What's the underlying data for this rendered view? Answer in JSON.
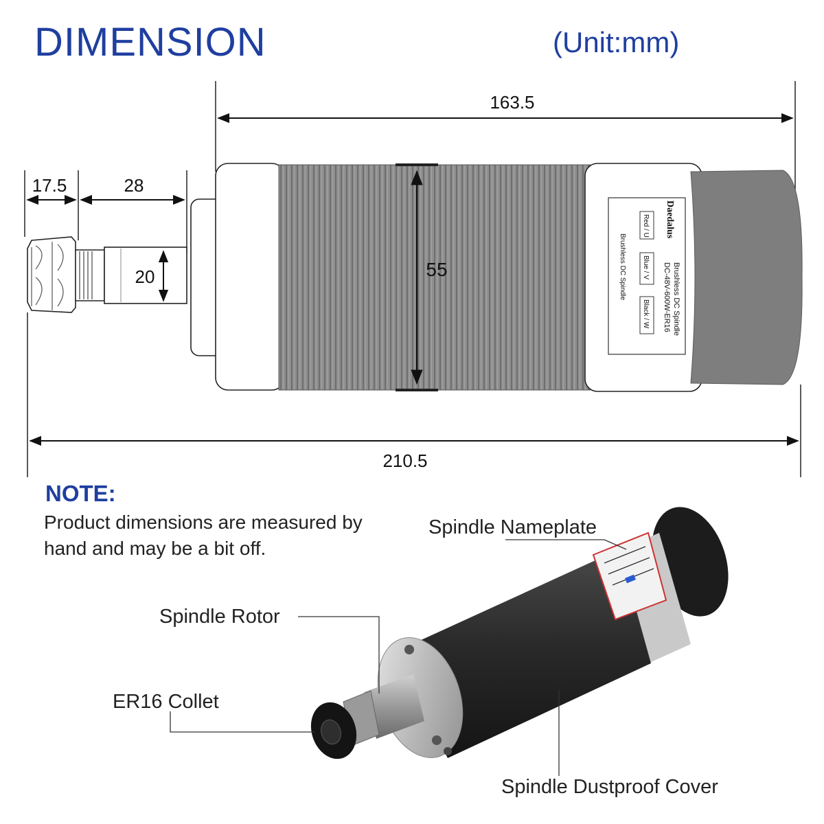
{
  "header": {
    "title": "DIMENSION",
    "unit": "(Unit:mm)"
  },
  "dimensions": {
    "body_length": "163.5",
    "total_length": "210.5",
    "collet_length": "17.5",
    "shaft_length": "28",
    "shaft_diameter": "20",
    "body_diameter": "55"
  },
  "nameplate": {
    "brand": "Daedalus",
    "line1": "Brushless DC Spindle",
    "line2": "DC-48V-600W-ER16",
    "subtitle": "Brushless DC Spindle",
    "wires": [
      "Red / U",
      "Blue / V",
      "Black / W"
    ]
  },
  "note": {
    "title": "NOTE:",
    "text": "Product dimensions are measured by hand and may be a bit off."
  },
  "callouts": {
    "nameplate": "Spindle Nameplate",
    "rotor": "Spindle Rotor",
    "collet": "ER16 Collet",
    "cover": "Spindle Dustproof Cover"
  },
  "colors": {
    "heading_blue": "#1f3f9f",
    "body_grey": "#8a8a8a",
    "cap_grey": "#7e7e7e",
    "spindle_black": "#2b2b2b"
  }
}
